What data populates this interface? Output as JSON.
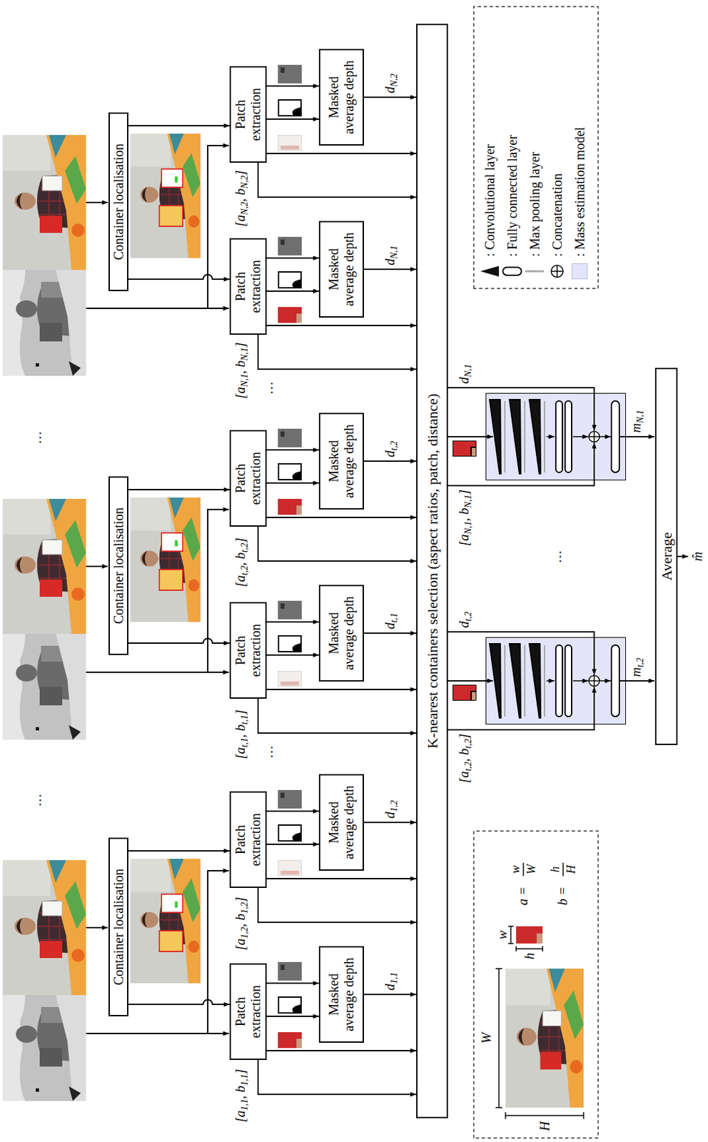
{
  "diagram": {
    "nodes": [
      {
        "text": [
          "Container localisation"
        ]
      },
      {
        "text": [
          "Patch extraction"
        ]
      },
      {
        "text": [
          "Patch extraction"
        ]
      },
      {
        "text": [
          "Masked average depth"
        ]
      },
      {
        "text": [
          "Masked average depth"
        ]
      },
      {
        "text": [
          "Container localisation"
        ]
      },
      {
        "text": [
          "Patch extraction"
        ]
      },
      {
        "text": [
          "Patch extraction"
        ]
      },
      {
        "text": [
          "Masked average depth"
        ]
      },
      {
        "text": [
          "Masked average depth"
        ]
      },
      {
        "text": [
          "Container localisation"
        ]
      },
      {
        "text": [
          "Patch extraction"
        ]
      },
      {
        "text": [
          "Patch extraction"
        ]
      },
      {
        "text": [
          "Masked average depth"
        ]
      },
      {
        "text": [
          "Masked average depth"
        ]
      },
      {
        "text": [
          "K-nearest containers selection (aspect ratios, patch, distance)"
        ]
      },
      {
        "text": [
          "Average"
        ]
      }
    ],
    "edges": [
      {
        "from": 0,
        "to": 1,
        "arrow": "to"
      },
      {
        "from": 0,
        "to": 2,
        "arrow": "to"
      },
      {
        "from": 1,
        "to": 3,
        "arrow": "to"
      },
      {
        "from": 1,
        "to": 3,
        "arrow": "to"
      },
      {
        "from": 1,
        "to": 15,
        "arrow": "to",
        "label": "[a1,1, b1,1]"
      },
      {
        "from": 1,
        "to": 15,
        "arrow": "to"
      },
      {
        "from": 3,
        "to": 15,
        "arrow": "to",
        "label": "d1,1"
      },
      {
        "from": 2,
        "to": 4,
        "arrow": "to"
      },
      {
        "from": 2,
        "to": 4,
        "arrow": "to"
      },
      {
        "from": 2,
        "to": 15,
        "arrow": "to",
        "label": "[a1,2, b1,2]"
      },
      {
        "from": 2,
        "to": 15,
        "arrow": "to"
      },
      {
        "from": 4,
        "to": 15,
        "arrow": "to",
        "label": "d1,2"
      },
      {
        "from": 5,
        "to": 6,
        "arrow": "to"
      },
      {
        "from": 5,
        "to": 7,
        "arrow": "to"
      },
      {
        "from": 6,
        "to": 8,
        "arrow": "to"
      },
      {
        "from": 6,
        "to": 8,
        "arrow": "to"
      },
      {
        "from": 6,
        "to": 15,
        "arrow": "to",
        "label": "[at,1, bt,1]"
      },
      {
        "from": 6,
        "to": 15,
        "arrow": "to"
      },
      {
        "from": 8,
        "to": 15,
        "arrow": "to",
        "label": "dt,1"
      },
      {
        "from": 7,
        "to": 9,
        "arrow": "to"
      },
      {
        "from": 7,
        "to": 9,
        "arrow": "to"
      },
      {
        "from": 7,
        "to": 15,
        "arrow": "to",
        "label": "[at,2, bt,2]"
      },
      {
        "from": 7,
        "to": 15,
        "arrow": "to"
      },
      {
        "from": 9,
        "to": 15,
        "arrow": "to",
        "label": "dt,2"
      },
      {
        "from": 10,
        "to": 11,
        "arrow": "to"
      },
      {
        "from": 10,
        "to": 12,
        "arrow": "to"
      },
      {
        "from": 11,
        "to": 13,
        "arrow": "to"
      },
      {
        "from": 11,
        "to": 13,
        "arrow": "to"
      },
      {
        "from": 11,
        "to": 15,
        "arrow": "to",
        "label": "[aN,1, bN,1]"
      },
      {
        "from": 11,
        "to": 15,
        "arrow": "to"
      },
      {
        "from": 13,
        "to": 15,
        "arrow": "to",
        "label": "dN,1"
      },
      {
        "from": 12,
        "to": 14,
        "arrow": "to"
      },
      {
        "from": 12,
        "to": 14,
        "arrow": "to"
      },
      {
        "from": 12,
        "to": 15,
        "arrow": "to",
        "label": "[aN,2, bN,2]"
      },
      {
        "from": 12,
        "to": 15,
        "arrow": "to"
      },
      {
        "from": 14,
        "to": 15,
        "arrow": "to",
        "label": "dN,2"
      }
    ],
    "labels": [
      "…",
      "…",
      "…",
      "…",
      "[at,2, bt,2]",
      "dt,2",
      "…",
      "[aN,1, bN,1]",
      "dN,1",
      "mt,2",
      "mN,1",
      "m̂",
      "W",
      "H",
      "w",
      "h",
      "a =",
      "w",
      "W",
      "b =",
      "h",
      "H"
    ],
    "legend": [
      {
        "text": ": Convolutional layer"
      },
      {
        "text": ": Fully connected layer"
      },
      {
        "text": ": Max pooling layer"
      },
      {
        "text": ": Concatenation"
      },
      {
        "text": ": Mass estimation model",
        "color": "#e4e4fa"
      }
    ]
  }
}
